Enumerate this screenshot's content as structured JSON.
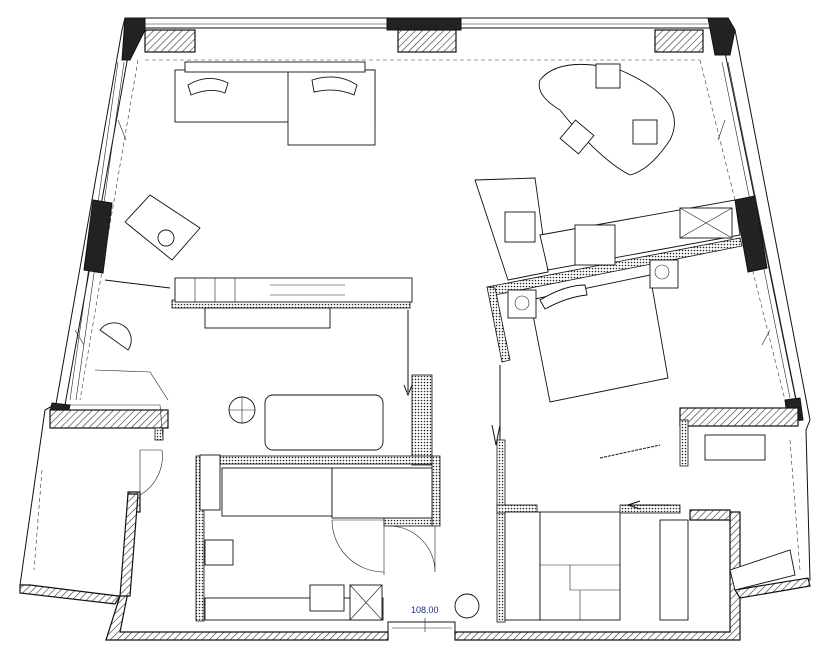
{
  "plan": {
    "area_label": "108.00",
    "label_color": "#1a2a8c",
    "wall_hatch": "diagonal-hatch",
    "partition_fill": "dotted"
  }
}
